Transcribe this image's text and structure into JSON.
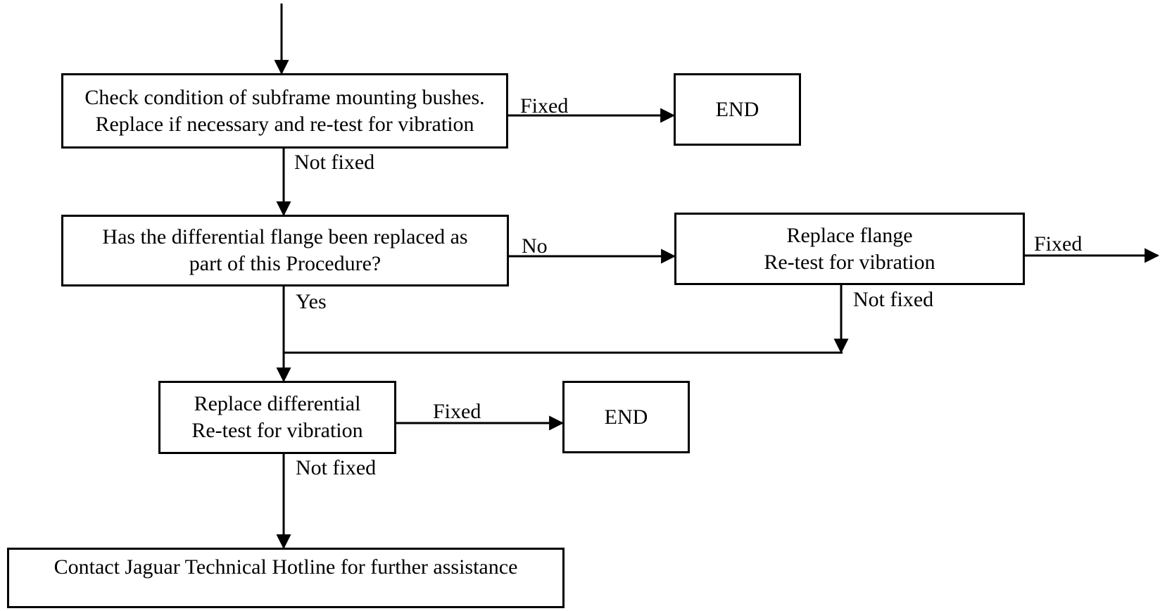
{
  "nodes": {
    "check_bushes": {
      "lines": [
        "Check condition of subframe mounting bushes.",
        "Replace if necessary and re-test for vibration"
      ]
    },
    "end_top": {
      "lines": [
        "END"
      ]
    },
    "flange_question": {
      "lines": [
        "Has the differential flange been replaced as",
        "part of this Procedure?"
      ]
    },
    "replace_flange": {
      "lines": [
        "Replace flange",
        "Re-test for vibration"
      ]
    },
    "replace_differential": {
      "lines": [
        "Replace differential",
        "Re-test for vibration"
      ]
    },
    "end_bottom": {
      "lines": [
        "END"
      ]
    },
    "contact_hotline": {
      "lines": [
        "Contact Jaguar Technical Hotline for further assistance"
      ]
    }
  },
  "edge_labels": {
    "check_fixed": "Fixed",
    "check_not_fixed": "Not fixed",
    "question_no": "No",
    "question_yes": "Yes",
    "flange_fixed": "Fixed",
    "flange_not_fixed": "Not fixed",
    "differential_fixed": "Fixed",
    "differential_not_fixed": "Not fixed"
  }
}
